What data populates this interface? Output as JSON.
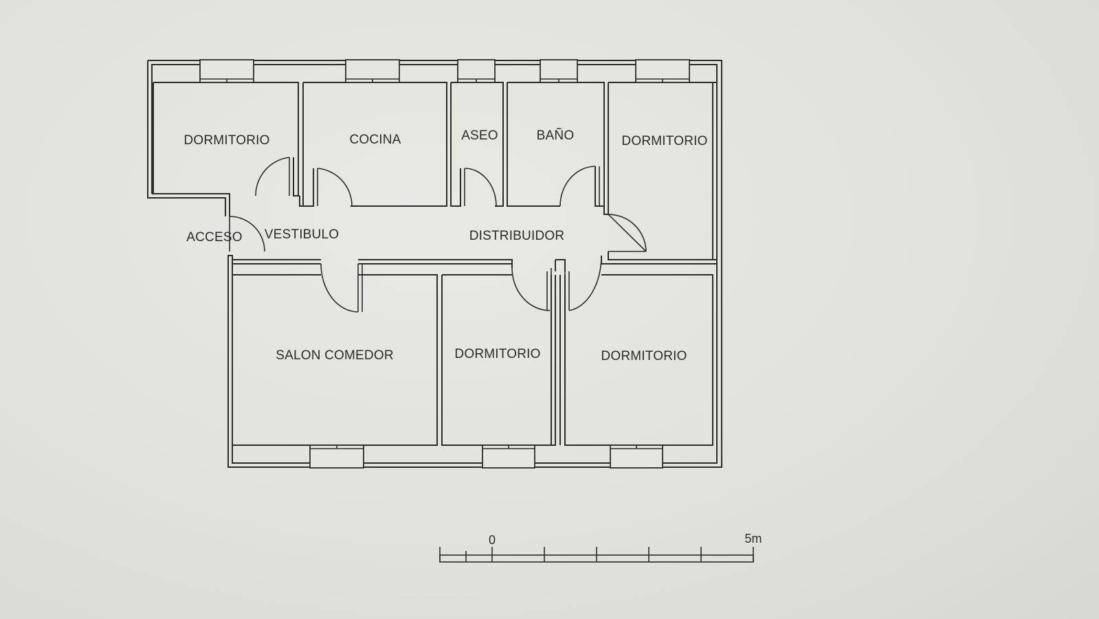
{
  "rooms": {
    "dormitorio_top_left": "DORMITORIO",
    "cocina": "COCINA",
    "aseo": "ASEO",
    "bano": "BAÑO",
    "dormitorio_top_right": "DORMITORIO",
    "acceso": "ACCESO",
    "vestibulo": "VESTIBULO",
    "distribuidor": "DISTRIBUIDOR",
    "salon_comedor": "SALON COMEDOR",
    "dormitorio_bottom_middle": "DORMITORIO",
    "dormitorio_bottom_right": "DORMITORIO"
  },
  "scale_bar": {
    "start_label": "0",
    "end_label": "5m"
  }
}
